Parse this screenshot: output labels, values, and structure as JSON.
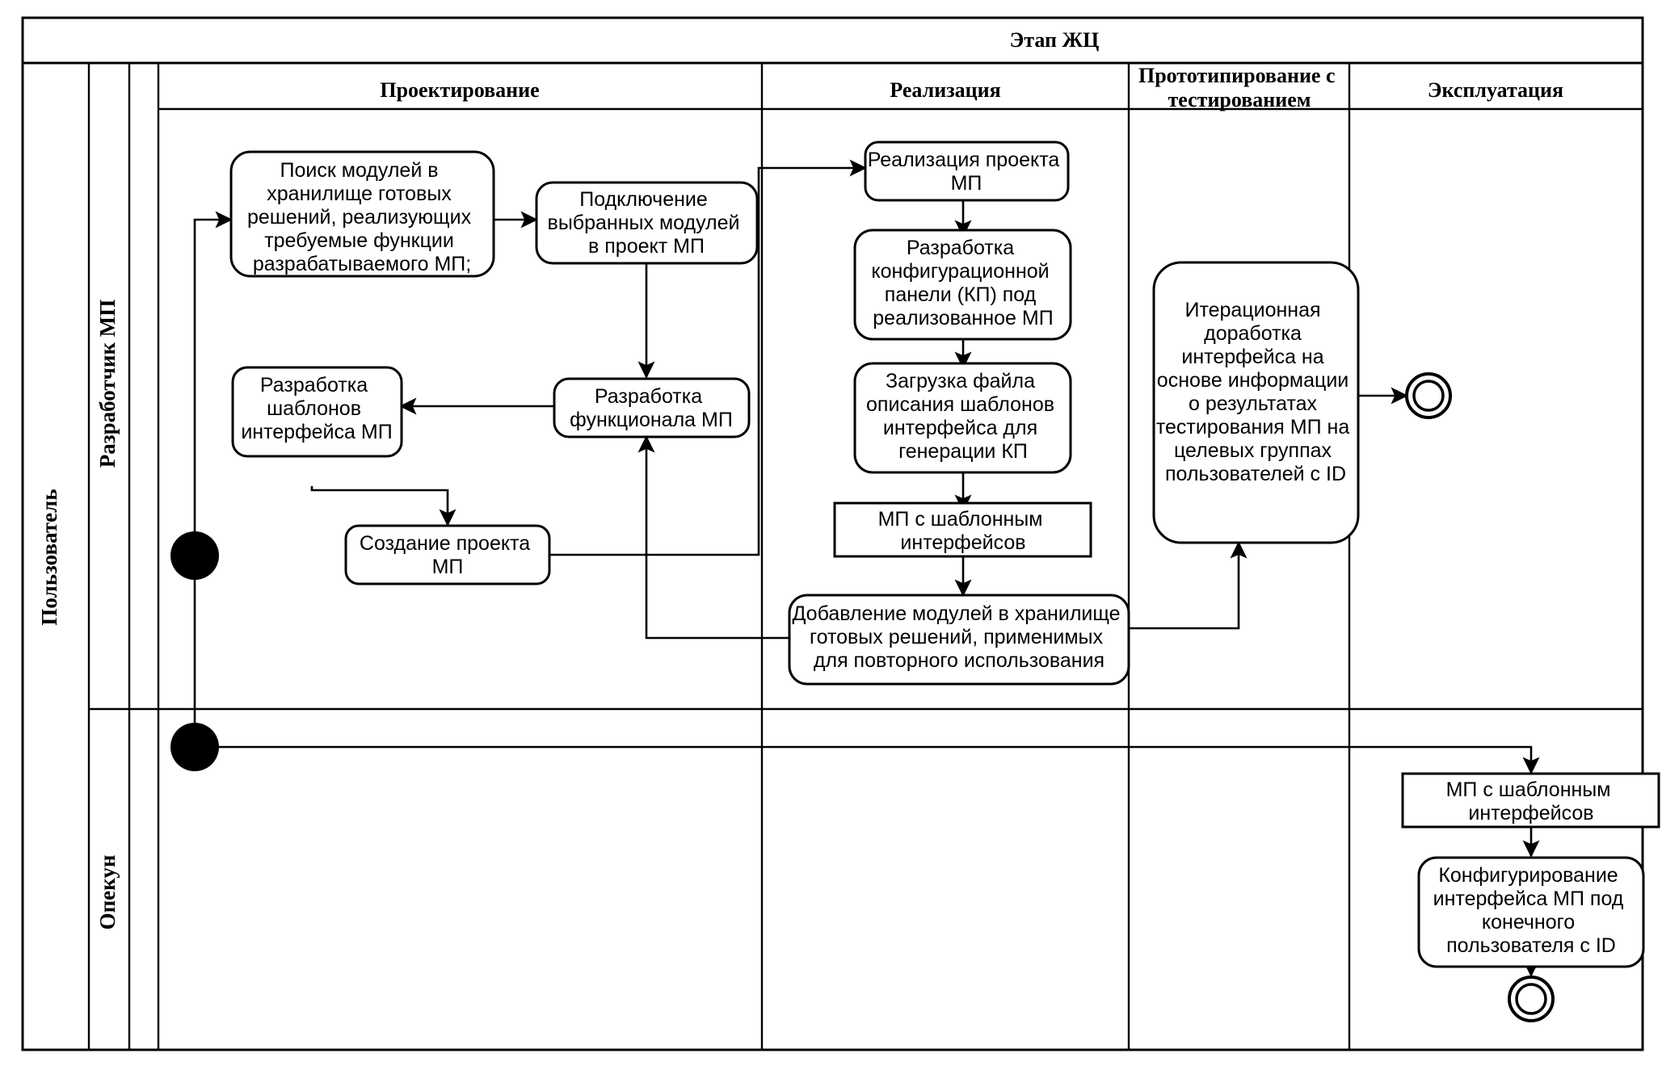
{
  "diagram": {
    "type": "uml-activity-swimlane",
    "banner": {
      "title": "Этап ЖЦ"
    },
    "phase_columns": [
      {
        "id": "design",
        "label": "Проектирование"
      },
      {
        "id": "implement",
        "label": "Реализация"
      },
      {
        "id": "prototyping",
        "label": "Прототипирование с тестированием"
      },
      {
        "id": "operation",
        "label": "Эксплуатация"
      }
    ],
    "actor_columns": [
      {
        "id": "user",
        "label": "Пользователь"
      },
      {
        "id": "developer",
        "label": "Разработчик МП"
      },
      {
        "id": "guardian",
        "label": "Опекун"
      }
    ],
    "nodes": [
      {
        "id": "n1",
        "kind": "start",
        "label": ""
      },
      {
        "id": "n2",
        "kind": "start",
        "label": ""
      },
      {
        "id": "n3",
        "kind": "action",
        "label": "Поиск модулей в хранилище готовых решений, реализующих требуемые функции разрабатываемого МП;"
      },
      {
        "id": "n4",
        "kind": "action",
        "label": "Подключение выбранных модулей в проект МП"
      },
      {
        "id": "n5",
        "kind": "action",
        "label": "Разработка функционала МП"
      },
      {
        "id": "n6",
        "kind": "action",
        "label": "Разработка шаблонов интерфейса МП"
      },
      {
        "id": "n7",
        "kind": "action",
        "label": "Создание проекта МП"
      },
      {
        "id": "n8",
        "kind": "action",
        "label": "Реализация проекта МП"
      },
      {
        "id": "n9",
        "kind": "action",
        "label": "Разработка конфигурационной панели (КП) под реализованное МП"
      },
      {
        "id": "n10",
        "kind": "action",
        "label": "Загрузка файла описания шаблонов интерфейса для генерации КП"
      },
      {
        "id": "n11",
        "kind": "object",
        "label": "МП с шаблонным интерфейсов"
      },
      {
        "id": "n12",
        "kind": "action",
        "label": "Добавление модулей в хранилище готовых решений, применимых для повторного использования"
      },
      {
        "id": "n13",
        "kind": "action",
        "label": "Итерационная доработка интерфейса на основе информации о результатах тестирования МП на целевых группах пользователей с ID"
      },
      {
        "id": "n14",
        "kind": "end",
        "label": ""
      },
      {
        "id": "n15",
        "kind": "object",
        "label": "МП с шаблонным интерфейсов"
      },
      {
        "id": "n16",
        "kind": "action",
        "label": "Конфигурирование интерфейса МП под конечного пользователя с ID"
      },
      {
        "id": "n17",
        "kind": "end",
        "label": ""
      }
    ],
    "edges": [
      {
        "from": "n1",
        "to": "n3"
      },
      {
        "from": "n1",
        "to": "n2"
      },
      {
        "from": "n3",
        "to": "n4"
      },
      {
        "from": "n4",
        "to": "n5"
      },
      {
        "from": "n5",
        "to": "n6"
      },
      {
        "from": "n6",
        "to": "n7"
      },
      {
        "from": "n7",
        "to": "n8"
      },
      {
        "from": "n8",
        "to": "n9"
      },
      {
        "from": "n9",
        "to": "n10"
      },
      {
        "from": "n10",
        "to": "n11"
      },
      {
        "from": "n11",
        "to": "n12"
      },
      {
        "from": "n12",
        "to": "n5"
      },
      {
        "from": "n12",
        "to": "n13"
      },
      {
        "from": "n13",
        "to": "n14"
      },
      {
        "from": "n2",
        "to": "n15"
      },
      {
        "from": "n15",
        "to": "n16"
      },
      {
        "from": "n16",
        "to": "n17"
      }
    ],
    "colors": {
      "stroke": "#000000",
      "fill": "#ffffff",
      "background": "#ffffff"
    }
  }
}
